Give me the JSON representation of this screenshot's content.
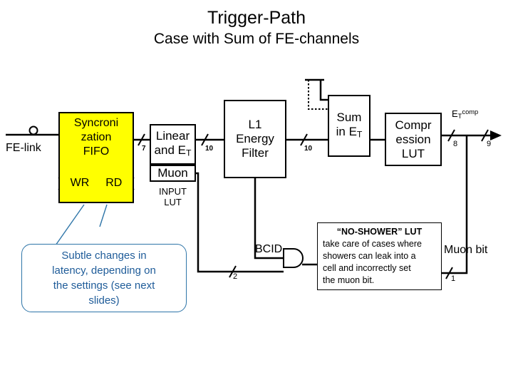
{
  "slide": {
    "title": "Trigger-Path",
    "subtitle": "Case with Sum of FE-channels"
  },
  "blocks": {
    "fe_link_label": "FE-link",
    "fifo": {
      "title_line1": "Syncroni",
      "title_line2": "zation",
      "title_line3": "FIFO",
      "wr_label": "WR",
      "rd_label": "RD",
      "fill_color": "#ffff00"
    },
    "input_lut": {
      "line1": "Linear",
      "line2": "and E",
      "line2_sub": "T",
      "muon_label": "Muon",
      "caption_line1": "INPUT",
      "caption_line2": "LUT"
    },
    "l1_filter": {
      "line1": "L1",
      "line2": "Energy",
      "line3": "Filter"
    },
    "sum": {
      "line1": "Sum",
      "line2": "in E",
      "line2_sub": "T"
    },
    "compression": {
      "line1": "Compr",
      "line2": "ession",
      "line3": "LUT"
    },
    "noshower": {
      "title": "“NO-SHOWER”  LUT",
      "body_line1": "take care of cases where",
      "body_line2": "showers can leak into a",
      "body_line3": "cell and incorrectly set",
      "body_line4": "the muon bit."
    }
  },
  "signals": {
    "bus_7": "7",
    "bus_10_a": "10",
    "bus_10_b": "10",
    "bus_8": "8",
    "bus_9": "9",
    "bus_2": "2",
    "bus_1": "1",
    "bcid_label": "BCID",
    "muon_bit_label": "Muon bit",
    "et_comp_base": "E",
    "et_comp_sub": "T",
    "et_comp_sup": "comp"
  },
  "callout": {
    "line1": "Subtle changes in",
    "line2": "latency, depending on",
    "line3": "the settings (see next",
    "line4": "slides)",
    "color": "#1f5c99"
  }
}
